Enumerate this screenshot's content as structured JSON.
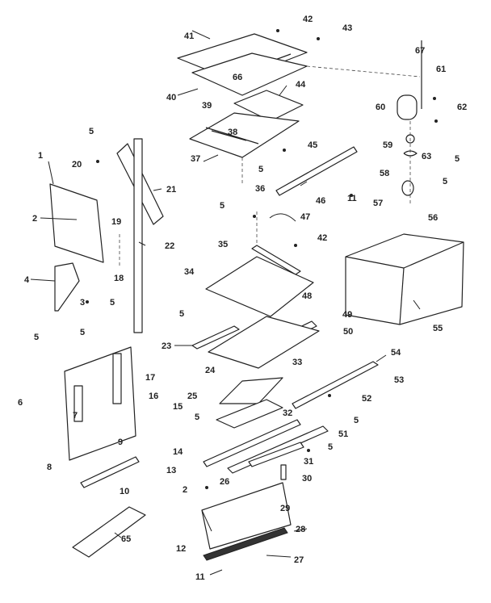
{
  "callouts": {
    "c1": "1",
    "c2": "2",
    "c2b": "2",
    "c3": "3",
    "c4": "4",
    "c5a": "5",
    "c5b": "5",
    "c5c": "5",
    "c5d": "5",
    "c5e": "5",
    "c5f": "5",
    "c5g": "5",
    "c5h": "5",
    "c5i": "5",
    "c5j": "5",
    "c5k": "5",
    "c5l": "5",
    "c6": "6",
    "c7": "7",
    "c8": "8",
    "c9": "9",
    "c10": "10",
    "c11": "11",
    "c11b": "11",
    "c12": "12",
    "c13": "13",
    "c14": "14",
    "c15": "15",
    "c16": "16",
    "c17": "17",
    "c18": "18",
    "c19": "19",
    "c20": "20",
    "c21": "21",
    "c22": "22",
    "c23": "23",
    "c24": "24",
    "c25": "25",
    "c26": "26",
    "c27": "27",
    "c28": "28",
    "c29": "29",
    "c30": "30",
    "c31": "31",
    "c32": "32",
    "c33": "33",
    "c34": "34",
    "c35": "35",
    "c36": "36",
    "c37": "37",
    "c38": "38",
    "c39": "39",
    "c40": "40",
    "c41": "41",
    "c42": "42",
    "c42b": "42",
    "c43": "43",
    "c44": "44",
    "c45": "45",
    "c46": "46",
    "c47": "47",
    "c48": "48",
    "c49": "49",
    "c50": "50",
    "c51": "51",
    "c52": "52",
    "c53": "53",
    "c54": "54",
    "c55": "55",
    "c56": "56",
    "c57": "57",
    "c58": "58",
    "c59": "59",
    "c60": "60",
    "c61": "61",
    "c62": "62",
    "c63": "63",
    "c65": "65",
    "c66": "66",
    "c67": "67"
  }
}
